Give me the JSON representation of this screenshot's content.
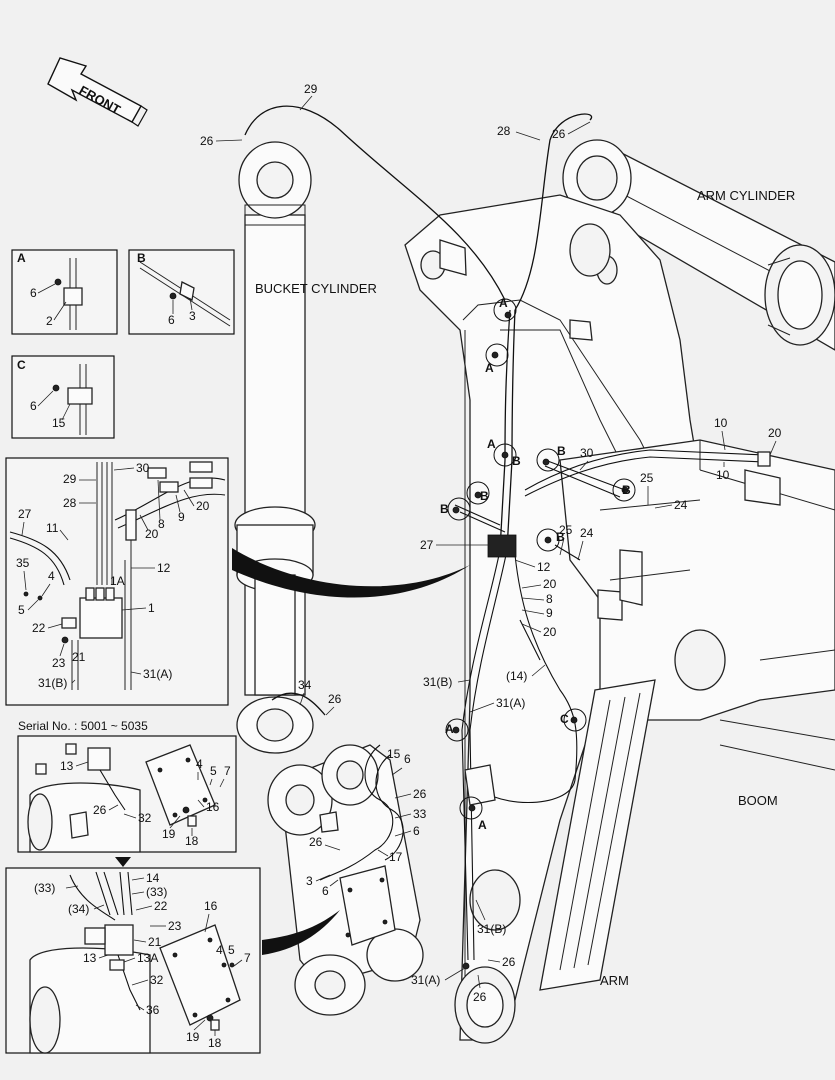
{
  "labels": {
    "front": "FRONT",
    "arm_cylinder": "ARM CYLINDER",
    "bucket_cylinder": "BUCKET CYLINDER",
    "boom": "BOOM",
    "arm": "ARM",
    "serial": "Serial No. : 5001 ~ 5035"
  },
  "detail_views": [
    "A",
    "B",
    "C"
  ],
  "callouts": {
    "c29": "29",
    "c26a": "26",
    "c28": "28",
    "c26b": "26",
    "c10a": "10",
    "c10b": "10",
    "c20a": "20",
    "c25a": "25",
    "c24a": "24",
    "c30a": "30",
    "c27a": "27",
    "c12a": "12",
    "c20b": "20",
    "c8a": "8",
    "c9a": "9",
    "c20c": "20",
    "c25b": "25",
    "c24b": "24",
    "c14p": "(14)",
    "c31b_a": "31(B)",
    "c31a_a": "31(A)",
    "c34a": "34",
    "c26c": "26",
    "c15a": "15",
    "c6a": "6",
    "c26d": "26",
    "c33a": "33",
    "c6b": "6",
    "c26e": "26",
    "c17a": "17",
    "c3a": "3",
    "c6c": "6",
    "c31b_b": "31(B)",
    "c31a_b": "31(A)",
    "c26f": "26",
    "c26g": "26",
    "dA6": "6",
    "dA2": "2",
    "dB6": "6",
    "dB3": "3",
    "dC6": "6",
    "dC15": "15",
    "d29": "29",
    "d30": "30",
    "d28": "28",
    "d27": "27",
    "d11": "11",
    "d8": "8",
    "d9": "9",
    "d20a": "20",
    "d20b": "20",
    "d12": "12",
    "d35": "35",
    "d4": "4",
    "d1A": "1A",
    "d5": "5",
    "d1": "1",
    "d22": "22",
    "d23": "23",
    "d21": "21",
    "d31B": "31(B)",
    "d31A": "31(A)",
    "s13": "13",
    "s4": "4",
    "s5": "5",
    "s7": "7",
    "s16": "16",
    "s26": "26",
    "s32": "32",
    "s19": "19",
    "s18": "18",
    "l33p": "(33)",
    "l14": "14",
    "l33q": "(33)",
    "l34p": "(34)",
    "l22": "22",
    "l23": "23",
    "l16": "16",
    "l21": "21",
    "l4": "4",
    "l5": "5",
    "l7": "7",
    "l13": "13",
    "l13A": "13A",
    "l32": "32",
    "l36": "36",
    "l19": "19",
    "l18": "18"
  }
}
